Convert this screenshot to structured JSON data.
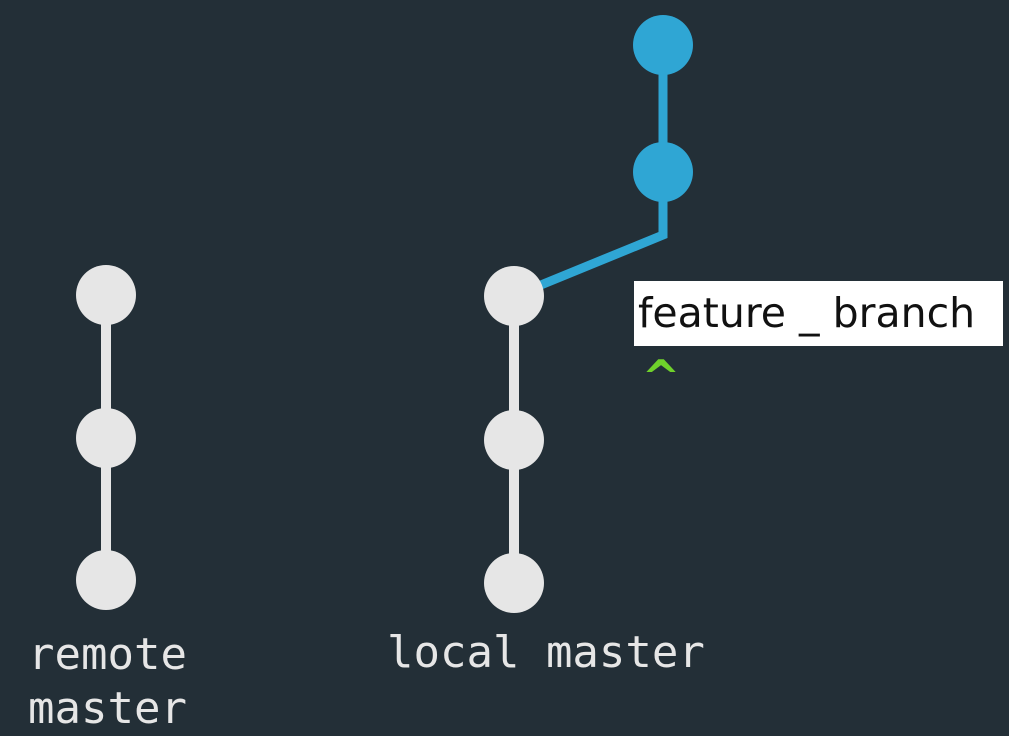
{
  "labels": {
    "remote": "remote\nmaster",
    "local": "local master",
    "feature_branch": "feature _ branch",
    "caret": "^"
  },
  "colors": {
    "background": "#232f37",
    "master_commit": "#e6e6e6",
    "feature_commit": "#2fa6d4",
    "caret": "#6fd12b",
    "label_box": "#ffffff"
  },
  "branches": {
    "remote_master_commits": 3,
    "local_master_commits": 3,
    "feature_branch_commits": 2
  }
}
